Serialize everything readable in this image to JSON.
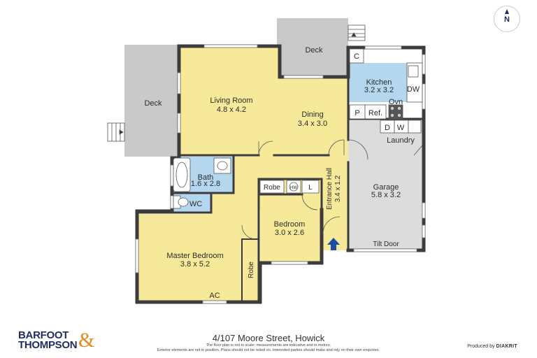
{
  "rooms": {
    "deck_left": {
      "name": "Deck"
    },
    "deck_top": {
      "name": "Deck"
    },
    "living": {
      "name": "Living Room",
      "size": "4.8 x 4.2"
    },
    "dining": {
      "name": "Dining",
      "size": "3.4 x 3.0"
    },
    "kitchen": {
      "name": "Kitchen",
      "size": "3.2 x 3.2"
    },
    "bath": {
      "name": "Bath",
      "size": "1.6 x 2.8"
    },
    "wc": {
      "name": "WC"
    },
    "master": {
      "name": "Master Bedroom",
      "size": "3.8 x 5.2"
    },
    "bedroom": {
      "name": "Bedroom",
      "size": "3.0 x 2.6"
    },
    "hall": {
      "name": "Entrance Hall",
      "size": "3.4 x 1.2"
    },
    "garage": {
      "name": "Garage",
      "size": "5.8 x 3.2"
    },
    "laundry": {
      "name": "Laundry"
    }
  },
  "fixtures": {
    "c": "C",
    "dw": "DW",
    "ovn": "Ovn",
    "p": "P",
    "ref": "Ref.",
    "d": "D",
    "w": "W",
    "robe1": "Robe",
    "hw": "HW",
    "l": "L",
    "robe2": "Robe",
    "ac": "AC",
    "tilt_door": "Tilt Door"
  },
  "compass": "N",
  "footer": {
    "address": "4/107 Moore Street, Howick",
    "disclaimer1": "The floor plan is not to scale; measurements are indicative and in metres.",
    "disclaimer2": "Exterior elements are not in position. Plans should not be relied on. Interested parties should make and rely on their own enquiries.",
    "logo_line1": "BARFOOT",
    "logo_line2": "THOMPSON",
    "logo_amp": "&",
    "produced_by": "Produced by",
    "producer": "DIAKRIT"
  },
  "colors": {
    "room_yellow": "#f7e99a",
    "wet_blue": "#b4d6ee",
    "deck_grey": "#c9c9c9",
    "garage_grey": "#dcdcdc",
    "wall": "#3c3c3c",
    "entry_arrow": "#1f4fa0",
    "brand_navy": "#1e2d5c",
    "brand_orange": "#e58a1f"
  }
}
